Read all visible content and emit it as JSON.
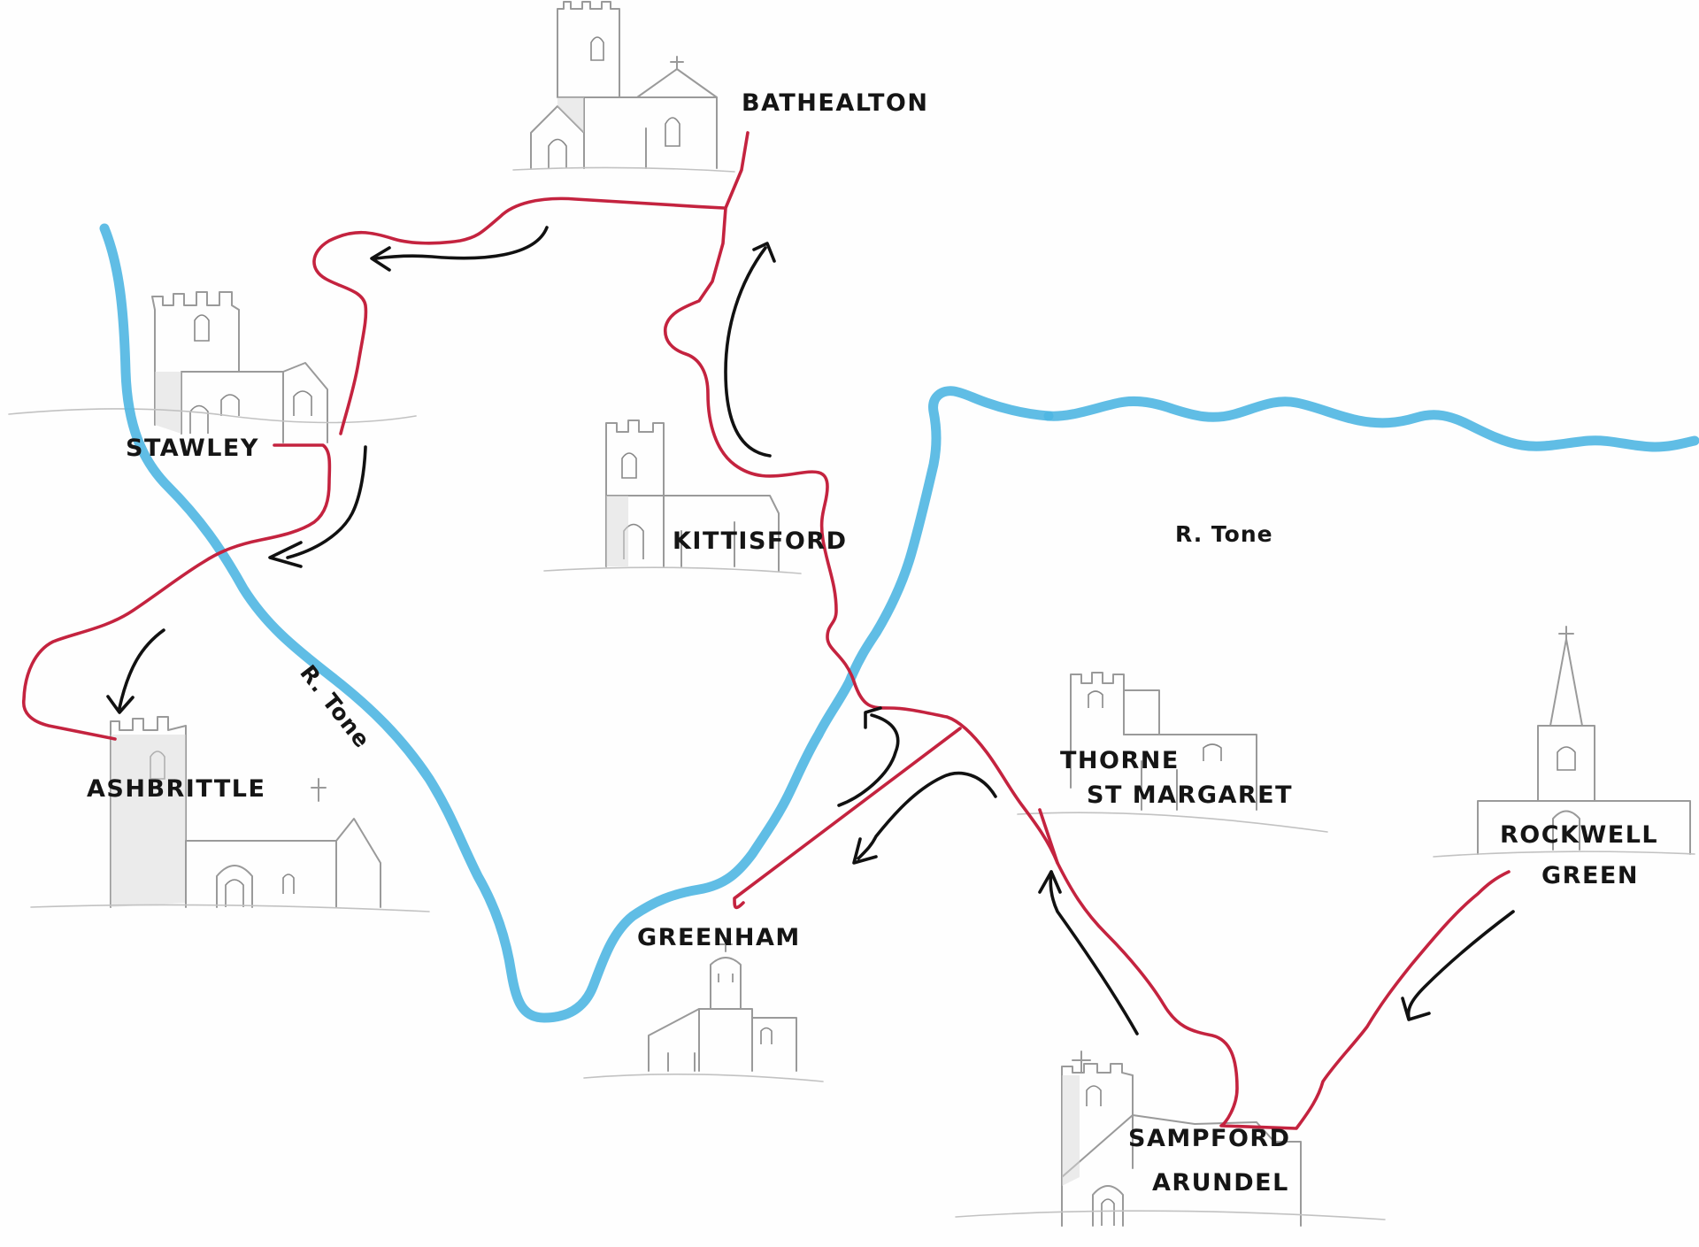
{
  "map": {
    "colors": {
      "background": "#fefefe",
      "route": "#c4233f",
      "river": "#4fb6e2",
      "arrow": "#111111",
      "sketch": "#9a9a9a"
    },
    "places": {
      "bathealton": "BATHEALTON",
      "stawley": "STAWLEY",
      "kittisford": "KITTISFORD",
      "ashbrittle": "ASHBRITTLE",
      "thorne_line1": "THORNE",
      "thorne_line2": "ST MARGARET",
      "greenham": "GREENHAM",
      "rockwell_line1": "ROCKWELL",
      "rockwell_line2": "GREEN",
      "sampford_line1": "SAMPFORD",
      "sampford_line2": "ARUNDEL"
    },
    "rivers": {
      "tone_east": "R. Tone",
      "tone_west": "R. Tone"
    },
    "icons": [
      "church-icon",
      "route-arrow-icon"
    ]
  }
}
